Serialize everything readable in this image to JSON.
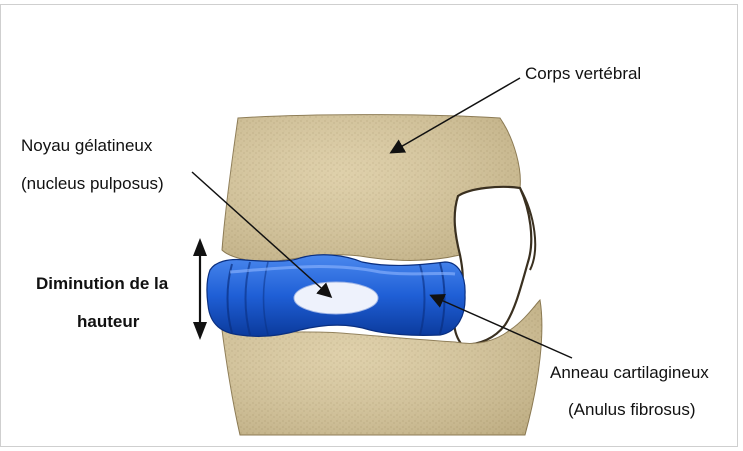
{
  "labels": {
    "vertebral_body": "Corps vertébral",
    "nucleus_line1": "Noyau gélatineux",
    "nucleus_line2": "(nucleus pulposus)",
    "height_line1": "Diminution de la",
    "height_line2": "hauteur",
    "annulus_line1": "Anneau cartilagineux",
    "annulus_line2": "(Anulus fibrosus)"
  },
  "colors": {
    "bone": "#d8c79a",
    "bone_dark": "#b9a678",
    "disc_blue": "#1f5fd6",
    "disc_dark": "#0d3fa8",
    "nucleus": "#e8eefc",
    "outline": "#3a3020"
  }
}
